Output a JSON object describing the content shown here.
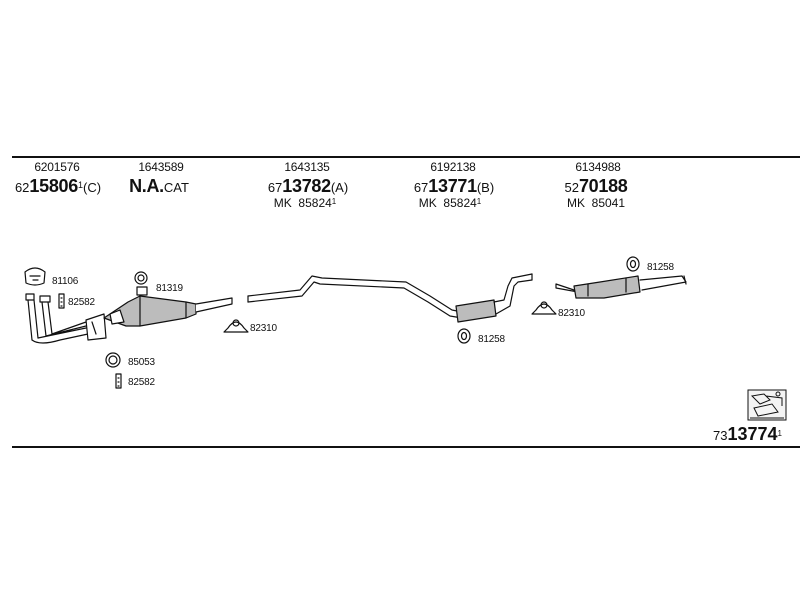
{
  "columns": [
    {
      "ref": "6201576",
      "main_prefix": "62",
      "main_bold": "15806",
      "main_sup": "1",
      "main_suffix": "(C)",
      "mk_prefix": "",
      "mk_code": "",
      "mk_sup": ""
    },
    {
      "ref": "1643589",
      "main_prefix": "",
      "main_bold": "N.A.",
      "main_sup": "",
      "main_suffix": "CAT",
      "mk_prefix": "",
      "mk_code": "",
      "mk_sup": ""
    },
    {
      "ref": "1643135",
      "main_prefix": "67",
      "main_bold": "13782",
      "main_sup": "",
      "main_suffix": "(A)",
      "mk_prefix": "MK",
      "mk_code": "85824",
      "mk_sup": "1"
    },
    {
      "ref": "6192138",
      "main_prefix": "67",
      "main_bold": "13771",
      "main_sup": "",
      "main_suffix": "(B)",
      "mk_prefix": "MK",
      "mk_code": "85824",
      "mk_sup": "1"
    },
    {
      "ref": "6134988",
      "main_prefix": "52",
      "main_bold": "70188",
      "main_sup": "",
      "main_suffix": "",
      "mk_prefix": "MK",
      "mk_code": "85041",
      "mk_sup": ""
    }
  ],
  "parts": {
    "p81106": "81106",
    "p82582a": "82582",
    "p81319": "81319",
    "p82310a": "82310",
    "p85053": "85053",
    "p82582b": "82582",
    "p81258a": "81258",
    "p82310b": "82310",
    "p81258b": "81258"
  },
  "kit": {
    "prefix": "73",
    "bold": "13774",
    "sup": "1"
  },
  "colors": {
    "ink": "#111111",
    "paper": "#ffffff",
    "fill": "#bcbcbc"
  }
}
